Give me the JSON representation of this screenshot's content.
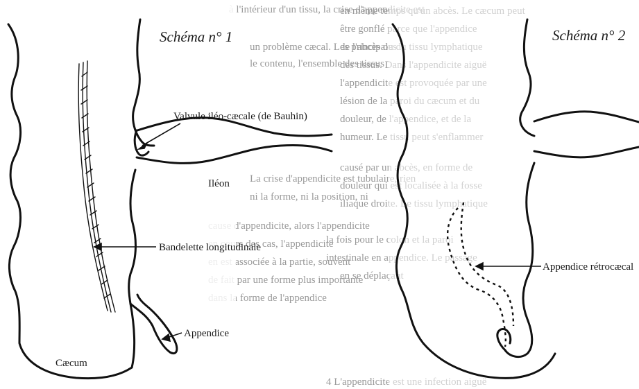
{
  "left_diagram": {
    "title": "Schéma n° 1",
    "labels": {
      "valve": "Valvule iléo-cæcale (de Bauhin)",
      "ileum": "Iléon",
      "band": "Bandelette longitudinale",
      "appendix": "Appendice",
      "caecum": "Cæcum"
    }
  },
  "right_diagram": {
    "title": "Schéma n° 2",
    "labels": {
      "appendix": "Appendice rétrocæcal"
    }
  },
  "background_text": {
    "left_lines": [
      "à l'intérieur d'un tissu, la crise d'appendicite est",
      "un problème cæcal. Les principales",
      "le contenu, l'ensemble des tissus",
      "",
      "La crise d'appendicite est tubulaire, rien",
      "ni la forme, ni la position, ni",
      "cause d'appendicite, alors l'appendicite",
      "en cours des cas, l'appendicite",
      "en est associée à la partie, souvent",
      "de fait par une forme plus importante",
      "dans la forme de l'appendice"
    ],
    "right_lines": [
      "en même temps qu'un abcès. Le cæcum peut",
      "être gonflé parce que l'appendice",
      "de l'abcès ou du tissu lymphatique",
      "des tissus. Dans l'appendicite aiguë",
      "l'appendicite est provoquée par une",
      "lésion de la paroi du cæcum et du",
      "douleur, de l'appendice, et de la",
      "humeur. Le tissu peut s'enflammer",
      "causé par un abcès, en forme de",
      "douleur qui est localisée à la fosse",
      "iliaque droite. Le tissu lymphatique",
      "la fois pour le colon et la paroi",
      "intestinale en appendice. Le passage",
      "en se déplaçant",
      "4 L'appendicite est une infection aiguë"
    ]
  }
}
